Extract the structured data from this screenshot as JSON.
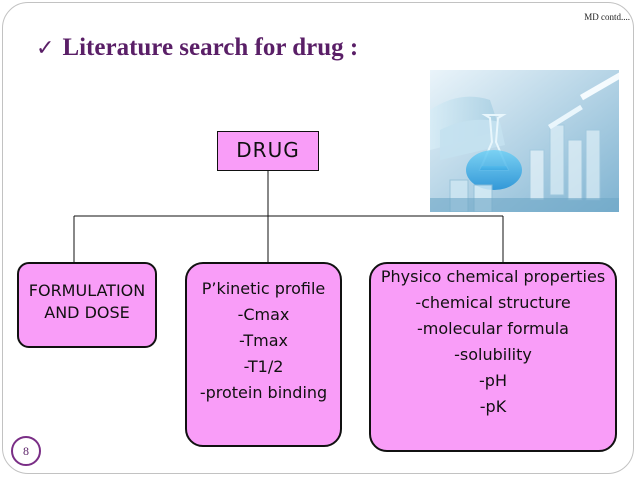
{
  "header": {
    "note": "MD contd...."
  },
  "title": {
    "check": "✓",
    "text": "Literature search for drug :"
  },
  "photo": {
    "icon": "lab-glassware-photo"
  },
  "diagram": {
    "root": "DRUG",
    "children": [
      {
        "lines": [
          "FORMULATION",
          "AND DOSE"
        ]
      },
      {
        "lines": [
          "P’kinetic profile",
          "-Cmax",
          "-Tmax",
          "-T1/2",
          "-protein binding"
        ]
      },
      {
        "lines": [
          "Physico chemical properties",
          "-chemical structure",
          "-molecular formula",
          "-solubility",
          "-pH",
          "-pK"
        ]
      }
    ]
  },
  "footer": {
    "page_number": "8"
  },
  "colors": {
    "title": "#5a1f67",
    "box_fill": "#f99df8",
    "border": "#111111",
    "accent": "#7a2e86"
  }
}
